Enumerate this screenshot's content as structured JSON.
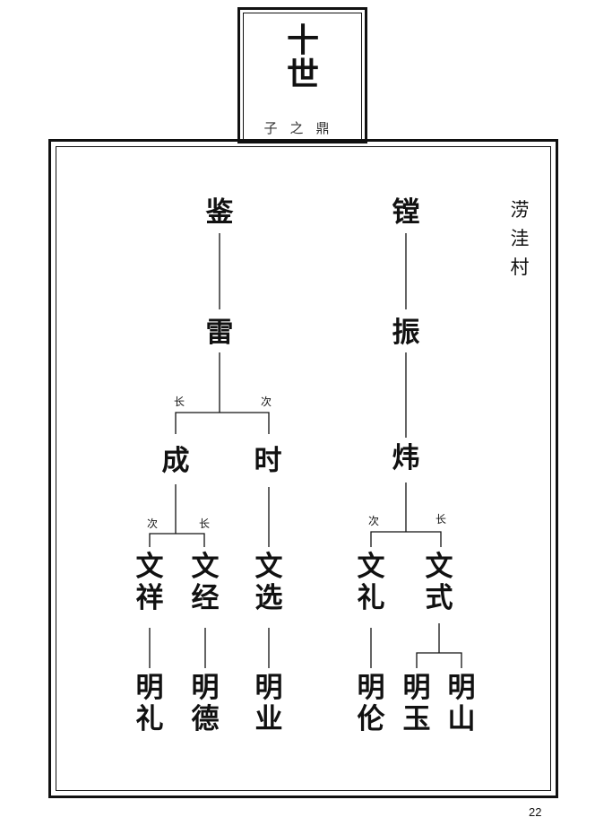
{
  "header": {
    "generation": [
      "十",
      "世"
    ],
    "subtitle": "子之鼎"
  },
  "village": [
    "涝",
    "洼",
    "村"
  ],
  "birth_order": {
    "eldest": "长",
    "second": "次"
  },
  "left_tree": {
    "g1": "鉴",
    "g2": "雷",
    "g3": [
      "成",
      "时"
    ],
    "g4": [
      [
        "文",
        "祥"
      ],
      [
        "文",
        "经"
      ],
      [
        "文",
        "选"
      ]
    ],
    "g5": [
      [
        "明",
        "礼"
      ],
      [
        "明",
        "德"
      ],
      [
        "明",
        "业"
      ]
    ]
  },
  "right_tree": {
    "g1": "镗",
    "g2": "振",
    "g3": "炜",
    "g4": [
      [
        "文",
        "礼"
      ],
      [
        "文",
        "式"
      ]
    ],
    "g5": [
      [
        "明",
        "伦"
      ],
      [
        "明",
        "玉"
      ],
      [
        "明",
        "山"
      ]
    ]
  },
  "page_number": "22"
}
